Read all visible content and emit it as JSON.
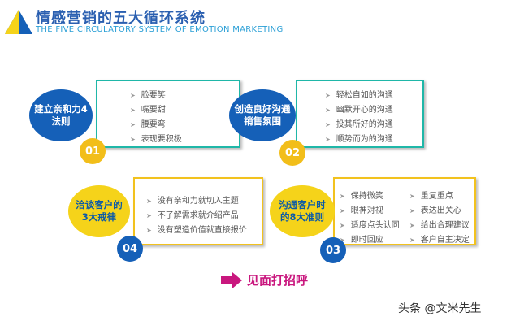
{
  "header": {
    "title": "情感营销的五大循环系统",
    "subtitle": "THE FIVE CIRCULATORY SYSTEM OF EMOTION MARKETING"
  },
  "colors": {
    "blue": "#1560b8",
    "yellow": "#f5d31a",
    "teal": "#1fb7a8",
    "gold": "#f2c21e",
    "magenta": "#c9177e"
  },
  "sections": [
    {
      "number": "01",
      "label": "建立亲和力4法则",
      "items": [
        "脸要笑",
        "嘴要甜",
        "腰要弯",
        "表现要积极"
      ]
    },
    {
      "number": "02",
      "label": "创造良好沟通销售氛围",
      "items": [
        "轻松自如的沟通",
        "幽默开心的沟通",
        "投其所好的沟通",
        "顺势而为的沟通"
      ]
    },
    {
      "number": "04",
      "label": "洽谈客户的3大戒律",
      "items": [
        "没有亲和力就切入主题",
        "不了解需求就介绍产品",
        "没有塑造价值就直接报价"
      ]
    },
    {
      "number": "03",
      "label": "沟通客户时的8大准则",
      "items_left": [
        "保持微笑",
        "眼神对视",
        "适度点头认同",
        "即时回应"
      ],
      "items_right": [
        "重复重点",
        "表达出关心",
        "给出合理建议",
        "客户自主决定"
      ]
    }
  ],
  "cta": "见面打招呼",
  "watermark": "头条 @文米先生"
}
